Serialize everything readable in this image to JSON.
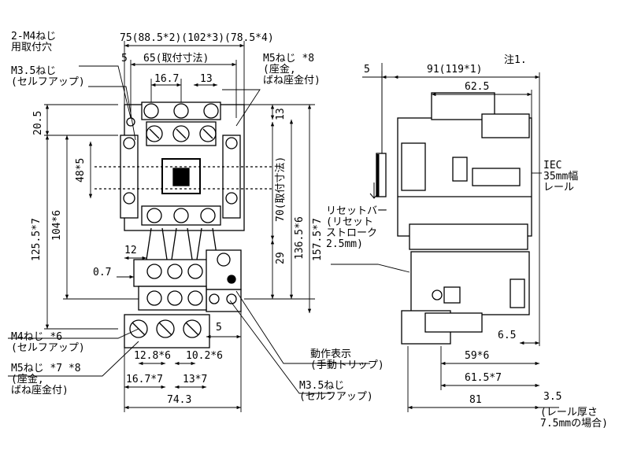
{
  "note": "注1.",
  "front": {
    "screw_mount": "2-M4ねじ\n用取付穴",
    "screw_m35_top": "M3.5ねじ\n(セルフアップ)",
    "width_total": "75(88.5*2)(102*3)(78.5*4)",
    "dim_5_top": "5",
    "dim_65": "65(取付寸法)",
    "dim_16_7": "16.7",
    "dim_13_top": "13",
    "screw_m5_top": "M5ねじ *8\n(座金,\nばね座金付)",
    "dim_20_5": "20.5",
    "dim_48": "48*5",
    "dim_125_5": "125.5*7",
    "dim_104": "104*6",
    "dim_13_right": "13",
    "dim_70": "70(取付寸法)",
    "dim_136_5": "136.5*6",
    "dim_157_5": "157.5*7",
    "dim_29": "29",
    "dim_12": "12",
    "dim_0_7": "0.7",
    "dim_5_mid": "5",
    "screw_m4": "M4ねじ *6\n(セルフアップ)",
    "screw_m5_bottom": "M5ねじ *7 *8\n(座金,\nばね座金付)",
    "dim_12_8": "12.8*6",
    "dim_10_2": "10.2*6",
    "dim_16_7b": "16.7*7",
    "dim_13b": "13*7",
    "dim_74_3": "74.3",
    "indicator": "動作表示\n(手動トリップ)",
    "screw_m35_bottom": "M3.5ねじ\n(セルフアップ)"
  },
  "side": {
    "dim_5": "5",
    "dim_91": "91(119*1)",
    "dim_62_5": "62.5",
    "rail": "IEC\n35mm幅\nレール",
    "reset": "リセットバー\n(リセット\nストローク\n2.5mm)",
    "dim_6_5": "6.5",
    "dim_59": "59*6",
    "dim_61_5": "61.5*7",
    "dim_81": "81",
    "dim_3_5": "3.5",
    "rail_note": "(レール厚さ\n7.5mmの場合)"
  }
}
